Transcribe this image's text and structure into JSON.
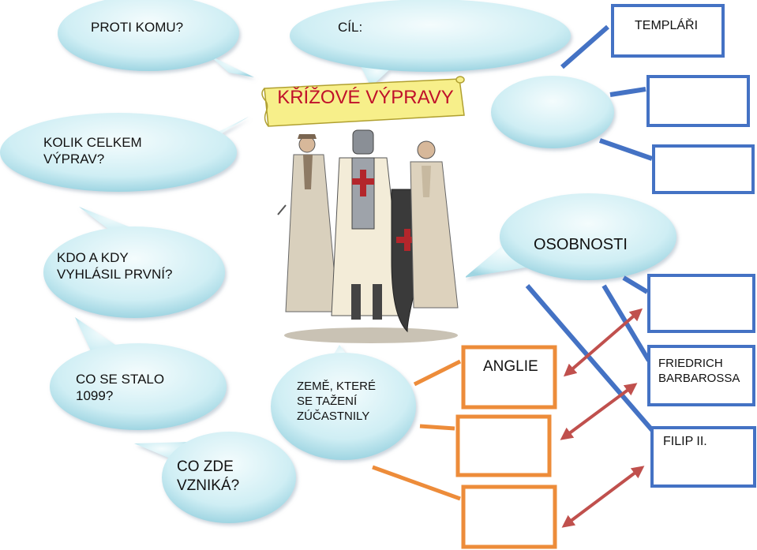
{
  "title": "KŘÍŽOVÉ VÝPRAVY",
  "bubbles": {
    "proti_komu": "PROTI KOMU?",
    "cil": "CÍL:",
    "kolik": [
      "KOLIK CELKEM",
      "VÝPRAV?"
    ],
    "kdo_a_kdy": [
      "KDO A KDY",
      "VYHLÁSIL PRVNÍ?"
    ],
    "co_se_stalo": [
      "CO SE STALO",
      "1099?"
    ],
    "co_zde": [
      "CO ZDE",
      "VZNIKÁ?"
    ],
    "zeme": [
      "ZEMĚ, KTERÉ",
      "SE TAŽENÍ",
      "ZÚČASTNILY"
    ],
    "osobnosti": "OSOBNOSTI",
    "empty_right": ""
  },
  "boxes": {
    "templari": "TEMPLÁŘI",
    "anglie": "ANGLIE",
    "friedrich": [
      "FRIEDRICH",
      "BARBAROSSA"
    ],
    "filip": "FILIP II."
  },
  "colors": {
    "bubble_light": "#e8f7fa",
    "bubble_dark": "#a9dbe6",
    "blue_line": "#4472c4",
    "orange_line": "#ed8c3a",
    "red_arrow": "#c0504d",
    "title_red": "#c0102a",
    "scroll": "#f7ef8a"
  },
  "image": {
    "subject": "crusaders-illustration"
  }
}
